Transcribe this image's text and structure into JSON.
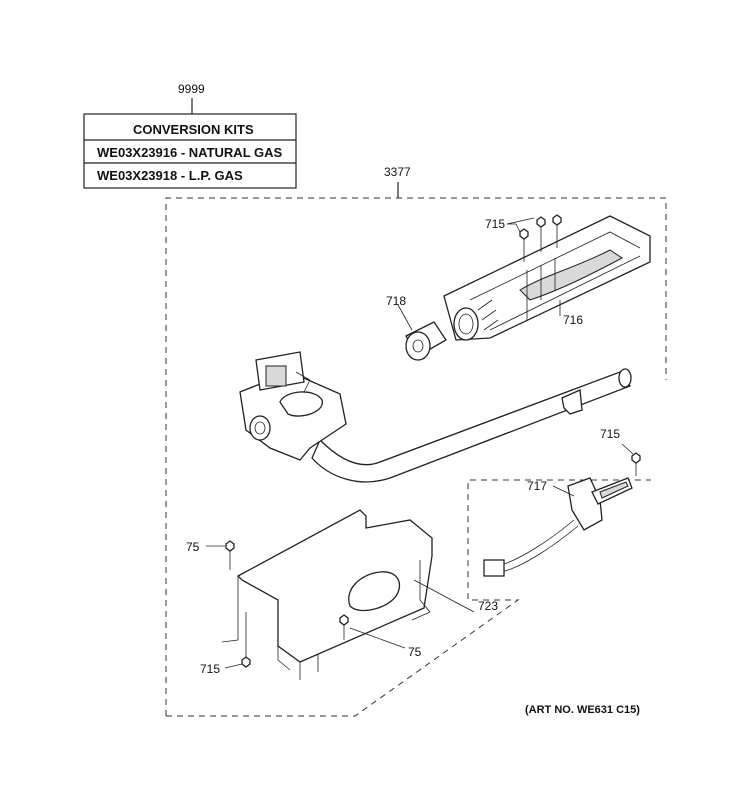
{
  "conversion_kits": {
    "ref": "9999",
    "title": "CONVERSION KITS",
    "rows": [
      "WE03X23916 - NATURAL GAS",
      "WE03X23918 - L.P. GAS"
    ]
  },
  "assembly_ref": "3377",
  "callouts": {
    "screws_top": "715",
    "sleeve": "718",
    "burner": "716",
    "screw_right": "715",
    "igniter": "717",
    "screw_left": "75",
    "bracket": "723",
    "screw_mid": "75",
    "screw_bottom": "715"
  },
  "art_number": "(ART NO. WE631 C15)"
}
